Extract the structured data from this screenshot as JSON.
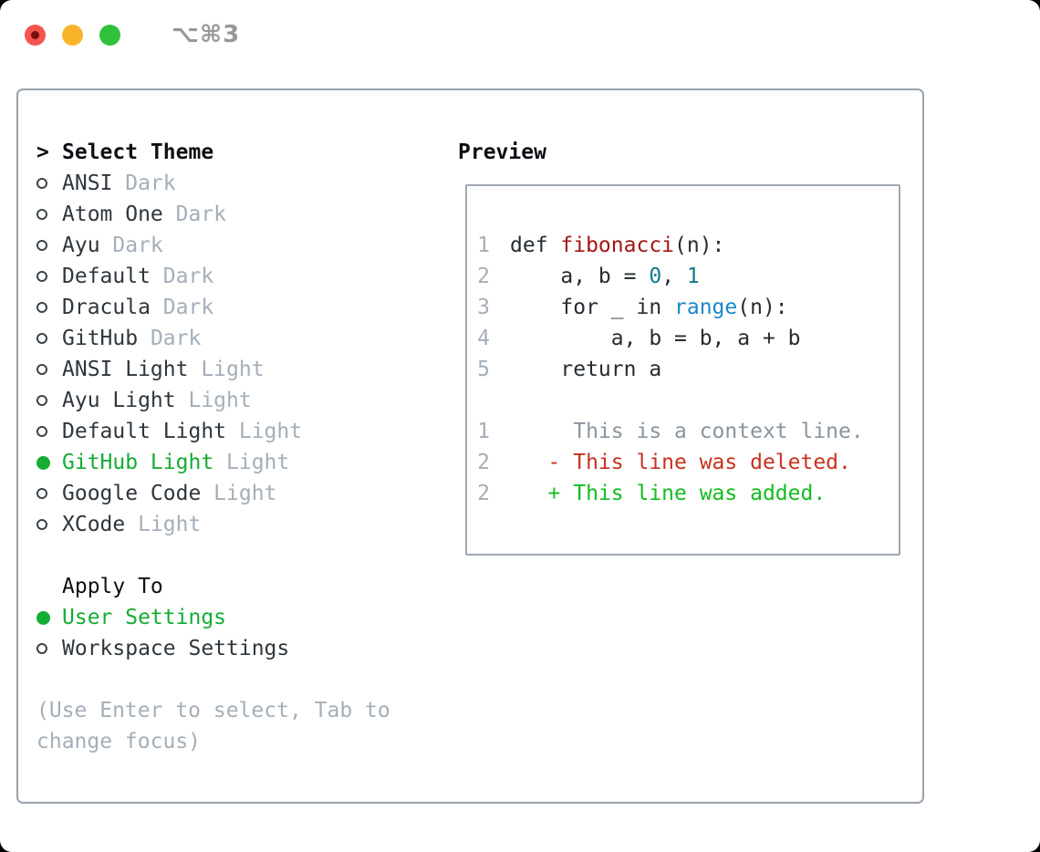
{
  "window": {
    "shortcut_label": "⌥⌘3",
    "traffic_lights": [
      {
        "name": "close-button",
        "color": "#f5554f",
        "dot_color": "#751210"
      },
      {
        "name": "minimize-button",
        "color": "#f9b42c"
      },
      {
        "name": "zoom-button",
        "color": "#30c13c"
      }
    ]
  },
  "theme_picker": {
    "title_prefix": ">",
    "title": "Select Theme",
    "items": [
      {
        "label": "ANSI",
        "tag": "Dark",
        "selected": false
      },
      {
        "label": "Atom One",
        "tag": "Dark",
        "selected": false
      },
      {
        "label": "Ayu",
        "tag": "Dark",
        "selected": false
      },
      {
        "label": "Default",
        "tag": "Dark",
        "selected": false
      },
      {
        "label": "Dracula",
        "tag": "Dark",
        "selected": false
      },
      {
        "label": "GitHub",
        "tag": "Dark",
        "selected": false
      },
      {
        "label": "ANSI Light",
        "tag": "Light",
        "selected": false
      },
      {
        "label": "Ayu Light",
        "tag": "Light",
        "selected": false
      },
      {
        "label": "Default Light",
        "tag": "Light",
        "selected": false
      },
      {
        "label": "GitHub Light",
        "tag": "Light",
        "selected": true
      },
      {
        "label": "Google Code",
        "tag": "Light",
        "selected": false
      },
      {
        "label": "XCode",
        "tag": "Light",
        "selected": false
      }
    ],
    "apply_to": {
      "title": "Apply To",
      "options": [
        {
          "label": "User Settings",
          "selected": true
        },
        {
          "label": "Workspace Settings",
          "selected": false
        }
      ]
    },
    "hint_line1": "(Use Enter to select, Tab to",
    "hint_line2": "change focus)"
  },
  "preview": {
    "title": "Preview",
    "code_lines": [
      {
        "num": "1",
        "segments": [
          {
            "t": "def ",
            "c": "code"
          },
          {
            "t": "fibonacci",
            "c": "func"
          },
          {
            "t": "(n):",
            "c": "code"
          }
        ]
      },
      {
        "num": "2",
        "segments": [
          {
            "t": "    a, b = ",
            "c": "code"
          },
          {
            "t": "0",
            "c": "num"
          },
          {
            "t": ", ",
            "c": "code"
          },
          {
            "t": "1",
            "c": "num"
          }
        ]
      },
      {
        "num": "3",
        "segments": [
          {
            "t": "    for _ in ",
            "c": "code"
          },
          {
            "t": "range",
            "c": "builtin"
          },
          {
            "t": "(n):",
            "c": "code"
          }
        ]
      },
      {
        "num": "4",
        "segments": [
          {
            "t": "        a, b = b, a + b",
            "c": "code"
          }
        ]
      },
      {
        "num": "5",
        "segments": [
          {
            "t": "    return a",
            "c": "code"
          }
        ]
      },
      {
        "num": "",
        "segments": []
      },
      {
        "num": "1",
        "segments": [
          {
            "t": "     This is a context line.",
            "c": "context"
          }
        ]
      },
      {
        "num": "2",
        "segments": [
          {
            "t": "   - This line was deleted.",
            "c": "deleted"
          }
        ]
      },
      {
        "num": "2",
        "segments": [
          {
            "t": "   + This line was added.",
            "c": "added"
          }
        ]
      }
    ]
  },
  "colors": {
    "accent_green": "#15ac35",
    "added_green": "#13bd1f",
    "deleted_red": "#c8321f",
    "function_red": "#a31515",
    "number_teal": "#0d7d87",
    "builtin_blue": "#1b87c9",
    "muted_gray": "#a4aeb9",
    "context_gray": "#8b949e",
    "text_dark": "#2f363d",
    "border_gray": "#99a2ad"
  }
}
